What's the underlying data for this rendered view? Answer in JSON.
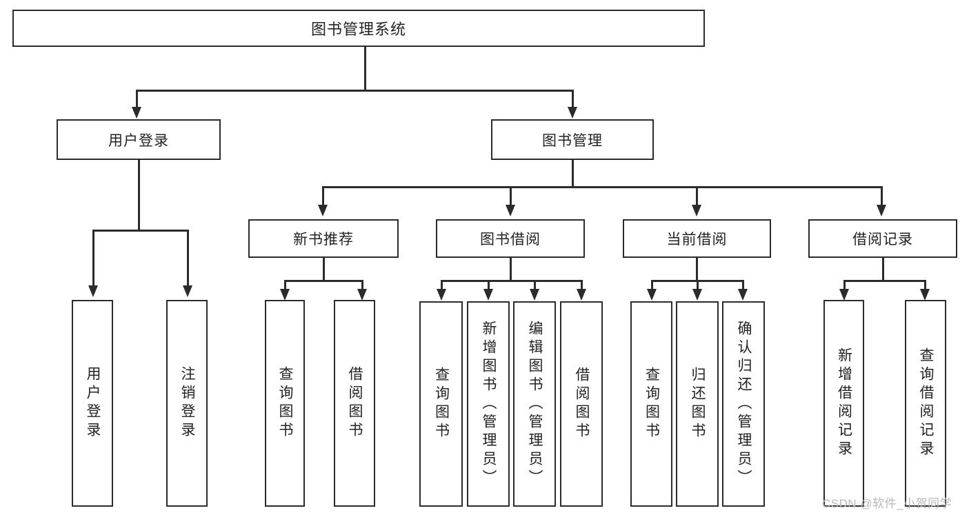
{
  "diagram": {
    "type": "tree",
    "title": "图书管理系统",
    "root": {
      "label": "图书管理系统"
    },
    "level2": [
      {
        "label": "用户登录"
      },
      {
        "label": "图书管理"
      }
    ],
    "level3": [
      {
        "label": "新书推荐"
      },
      {
        "label": "图书借阅"
      },
      {
        "label": "当前借阅"
      },
      {
        "label": "借阅记录"
      }
    ],
    "leaves": {
      "user_login": [
        {
          "label": "用户登录"
        },
        {
          "label": "注销登录"
        }
      ],
      "new_book_recommend": [
        {
          "label": "查询图书"
        },
        {
          "label": "借阅图书"
        }
      ],
      "book_borrow": [
        {
          "label": "查询图书"
        },
        {
          "label": "新增图书（管理员）"
        },
        {
          "label": "编辑图书（管理员）"
        },
        {
          "label": "借阅图书"
        }
      ],
      "current_borrow": [
        {
          "label": "查询图书"
        },
        {
          "label": "归还图书"
        },
        {
          "label": "确认归还（管理员）"
        }
      ],
      "borrow_record": [
        {
          "label": "新增借阅记录"
        },
        {
          "label": "查询借阅记录"
        }
      ]
    }
  },
  "watermark": {
    "text": "CSDN @软件_小贺同学"
  },
  "colors": {
    "stroke": "#2b2b2b",
    "text": "#222222",
    "background": "#ffffff",
    "watermark": "#b9b9b9"
  }
}
